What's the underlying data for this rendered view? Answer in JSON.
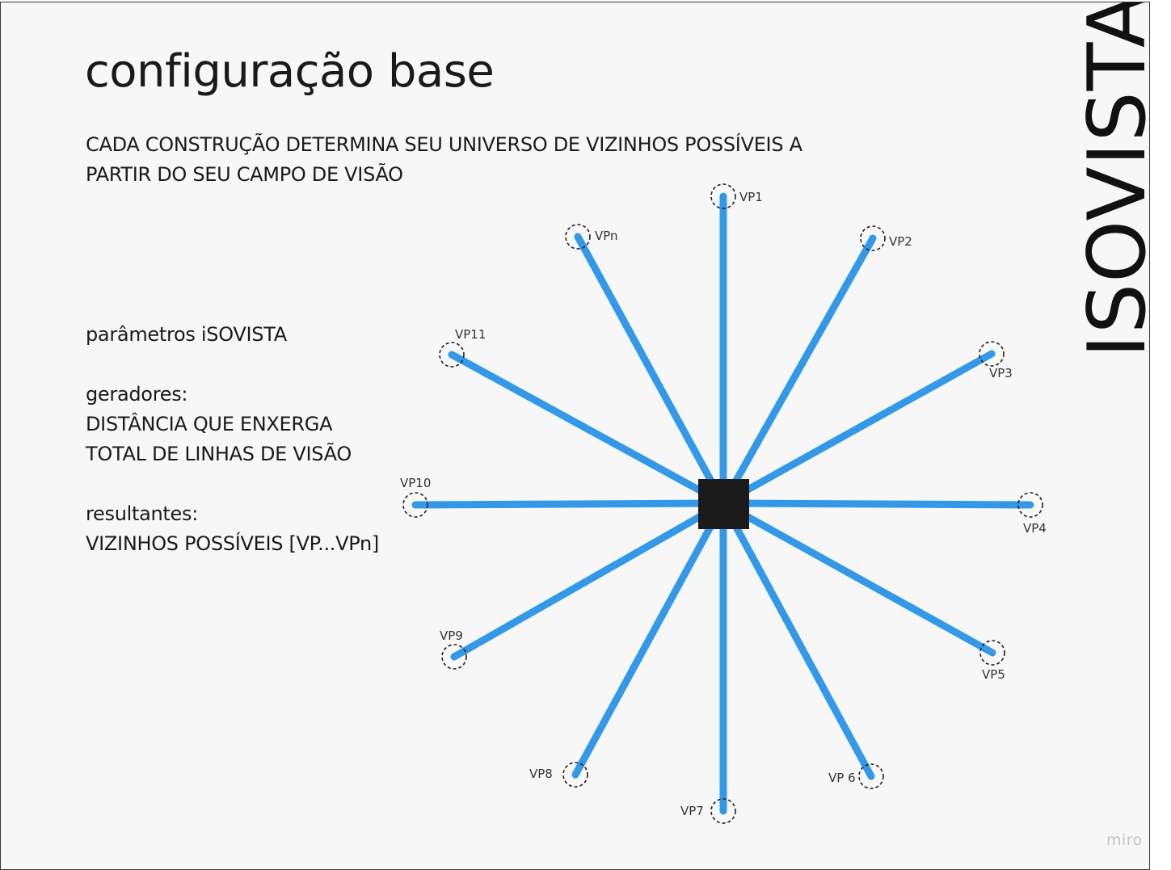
{
  "title": "configuração base",
  "subtitle": "CADA CONSTRUÇÃO DETERMINA SEU UNIVERSO DE VIZINHOS POSSÍVEIS A PARTIR DO SEU CAMPO DE VISÃO",
  "side_title": "ISOVISTA",
  "params": {
    "heading": "parâmetros iSOVISTA",
    "generators_heading": "geradores:",
    "generators": [
      "DISTÂNCIA QUE ENXERGA",
      "TOTAL DE LINHAS DE VISÃO"
    ],
    "results_heading": "resultantes:",
    "results": [
      "VIZINHOS POSSÍVEIS [VP...VPn]"
    ]
  },
  "diagram": {
    "line_color": "#3498e8",
    "center_color": "#1a1a1a",
    "viewpoints": [
      "VP1",
      "VP2",
      "VP3",
      "VP4",
      "VP5",
      "VP 6",
      "VP7",
      "VP8",
      "VP9",
      "VP10",
      "VP11",
      "VPn"
    ]
  },
  "watermark": "miro"
}
